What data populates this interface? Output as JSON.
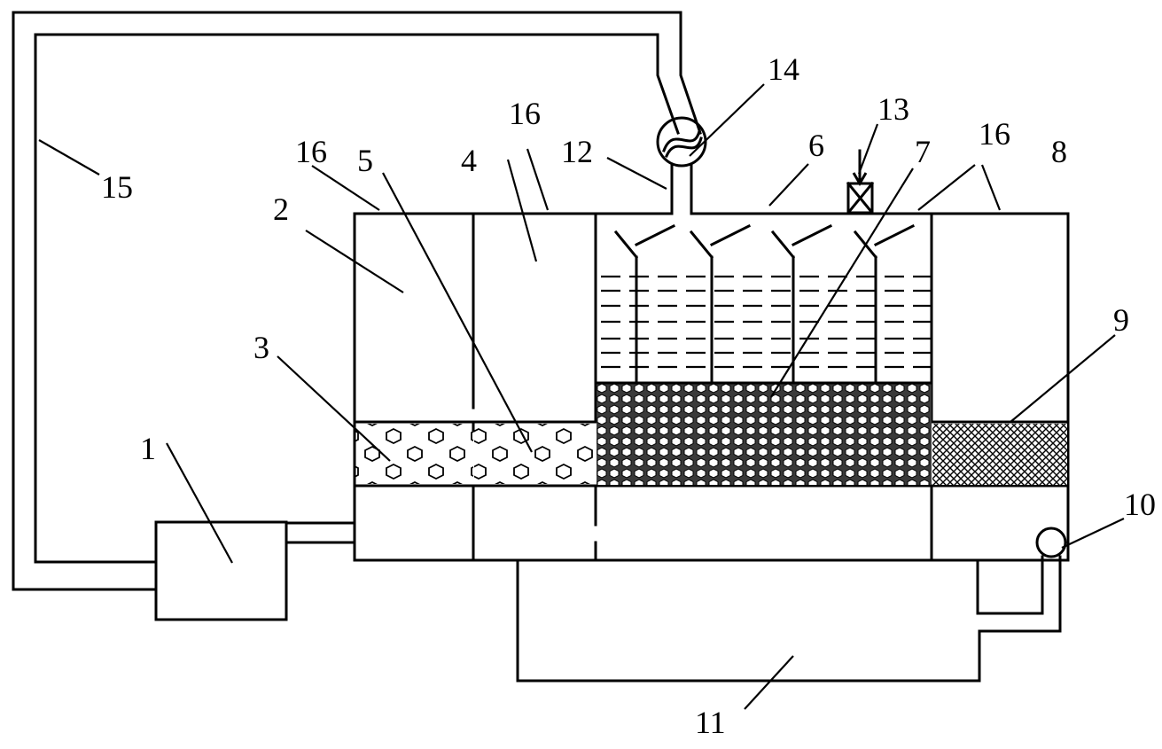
{
  "labels": {
    "l1": "1",
    "l2": "2",
    "l3": "3",
    "l4": "4",
    "l5": "5",
    "l6": "6",
    "l7": "7",
    "l8": "8",
    "l9": "9",
    "l10": "10",
    "l11": "11",
    "l12": "12",
    "l13": "13",
    "l14": "14",
    "l15": "15",
    "l16a": "16",
    "l16b": "16",
    "l16c": "16"
  }
}
